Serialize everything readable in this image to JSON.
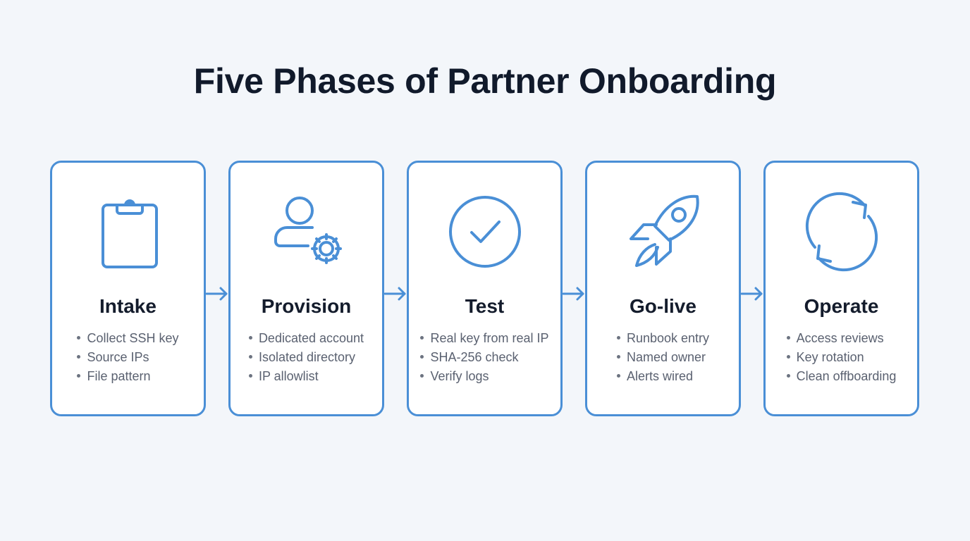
{
  "title": "Five Phases of Partner Onboarding",
  "colors": {
    "accent": "#4a8fd6",
    "heading": "#111a2b",
    "body": "#5a6170",
    "background": "#f3f6fa"
  },
  "phases": [
    {
      "name": "Intake",
      "icon": "clipboard-icon",
      "items": [
        "Collect SSH key",
        "Source IPs",
        "File pattern"
      ]
    },
    {
      "name": "Provision",
      "icon": "user-gear-icon",
      "items": [
        "Dedicated account",
        "Isolated directory",
        "IP allowlist"
      ]
    },
    {
      "name": "Test",
      "icon": "check-circle-icon",
      "items": [
        "Real key from real IP",
        "SHA-256 check",
        "Verify logs"
      ]
    },
    {
      "name": "Go-live",
      "icon": "rocket-icon",
      "items": [
        "Runbook entry",
        "Named owner",
        "Alerts wired"
      ]
    },
    {
      "name": "Operate",
      "icon": "cycle-arrows-icon",
      "items": [
        "Access reviews",
        "Key rotation",
        "Clean offboarding"
      ]
    }
  ]
}
